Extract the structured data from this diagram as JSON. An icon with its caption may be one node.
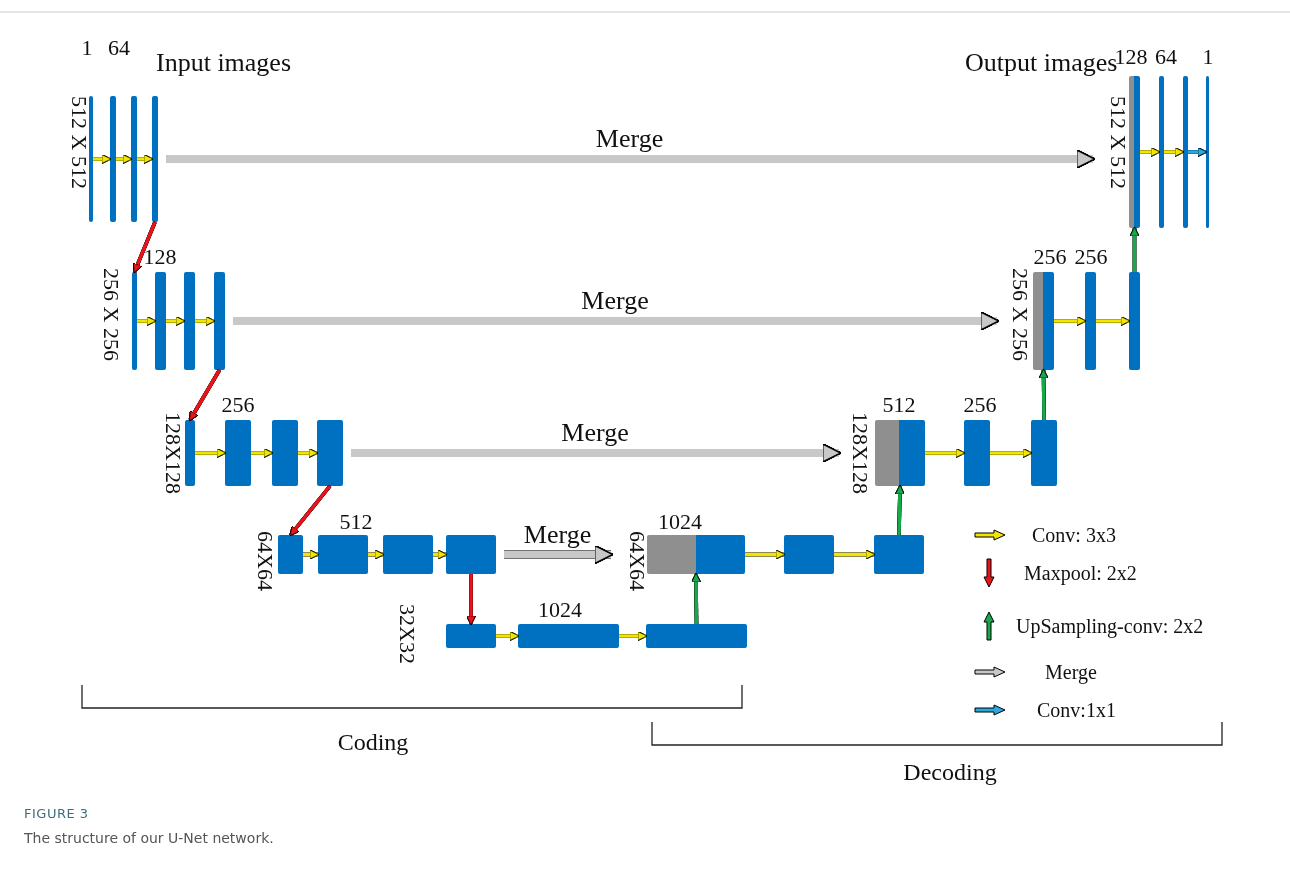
{
  "diagram": {
    "title": "FIGURE 3",
    "caption": "The structure of our U-Net network.",
    "nodes": [
      {
        "text": [],
        "shape": "bar"
      },
      {
        "text": [],
        "shape": "bar"
      },
      {
        "text": [],
        "shape": "bar"
      },
      {
        "text": [],
        "shape": "bar"
      },
      {
        "text": [],
        "shape": "bar"
      },
      {
        "text": [],
        "shape": "bar"
      },
      {
        "text": [],
        "shape": "bar"
      },
      {
        "text": [],
        "shape": "bar"
      },
      {
        "text": [],
        "shape": "bar"
      },
      {
        "text": [],
        "shape": "bar"
      },
      {
        "text": [],
        "shape": "bar"
      },
      {
        "text": [],
        "shape": "bar"
      },
      {
        "text": [],
        "shape": "bar"
      },
      {
        "text": [],
        "shape": "bar"
      },
      {
        "text": [],
        "shape": "bar"
      },
      {
        "text": [],
        "shape": "bar"
      },
      {
        "text": [],
        "shape": "bar"
      },
      {
        "text": [],
        "shape": "bar"
      },
      {
        "text": [],
        "shape": "bar"
      },
      {
        "text": [],
        "shape": "bar"
      },
      {
        "text": [],
        "shape": "bar"
      },
      {
        "text": [],
        "shape": "bar"
      },
      {
        "text": [],
        "shape": "bar"
      },
      {
        "text": [],
        "shape": "bar"
      },
      {
        "text": [],
        "shape": "bar"
      },
      {
        "text": [],
        "shape": "bar"
      },
      {
        "text": [],
        "shape": "bar"
      },
      {
        "text": [],
        "shape": "bar"
      },
      {
        "text": [],
        "shape": "bar"
      },
      {
        "text": [],
        "shape": "bar"
      },
      {
        "text": [],
        "shape": "bar"
      },
      {
        "text": [],
        "shape": "bar"
      }
    ],
    "edges": [
      {
        "from": 0,
        "to": 1,
        "arrow": "to"
      },
      {
        "from": 1,
        "to": 2,
        "arrow": "to"
      },
      {
        "from": 2,
        "to": 3,
        "arrow": "to"
      },
      {
        "from": 3,
        "to": 8,
        "arrow": "to",
        "color": "#e8141b"
      },
      {
        "from": 8,
        "to": 9,
        "arrow": "to"
      },
      {
        "from": 9,
        "to": 10,
        "arrow": "to"
      },
      {
        "from": 10,
        "to": 11,
        "arrow": "to"
      },
      {
        "from": 11,
        "to": 15,
        "arrow": "to",
        "color": "#e8141b"
      },
      {
        "from": 15,
        "to": 16,
        "arrow": "to"
      },
      {
        "from": 16,
        "to": 17,
        "arrow": "to"
      },
      {
        "from": 17,
        "to": 18,
        "arrow": "to"
      },
      {
        "from": 18,
        "to": 22,
        "arrow": "to",
        "color": "#e8141b"
      },
      {
        "from": 22,
        "to": 23,
        "arrow": "to"
      },
      {
        "from": 23,
        "to": 24,
        "arrow": "to"
      },
      {
        "from": 24,
        "to": 25,
        "arrow": "to"
      },
      {
        "from": 25,
        "to": 29,
        "arrow": "to",
        "color": "#e8141b"
      },
      {
        "from": 29,
        "to": 30,
        "arrow": "to"
      },
      {
        "from": 30,
        "to": 31,
        "arrow": "to"
      },
      {
        "from": 31,
        "to": 26,
        "arrow": "to",
        "color": "#1aa64a"
      },
      {
        "from": 26,
        "to": 27,
        "arrow": "to"
      },
      {
        "from": 27,
        "to": 28,
        "arrow": "to"
      },
      {
        "from": 28,
        "to": 19,
        "arrow": "to",
        "color": "#1aa64a"
      },
      {
        "from": 19,
        "to": 20,
        "arrow": "to"
      },
      {
        "from": 20,
        "to": 21,
        "arrow": "to"
      },
      {
        "from": 21,
        "to": 12,
        "arrow": "to",
        "color": "#1aa64a"
      },
      {
        "from": 12,
        "to": 13,
        "arrow": "to"
      },
      {
        "from": 13,
        "to": 14,
        "arrow": "to"
      },
      {
        "from": 14,
        "to": 4,
        "arrow": "to",
        "color": "#1aa64a"
      },
      {
        "from": 4,
        "to": 5,
        "arrow": "to"
      },
      {
        "from": 5,
        "to": 6,
        "arrow": "to"
      },
      {
        "from": 6,
        "to": 7,
        "arrow": "to",
        "color": "#29a9e0"
      },
      {
        "from": 3,
        "to": 4,
        "arrow": "to",
        "label": "Merge",
        "style": "thick",
        "color": "#c8c8c8"
      },
      {
        "from": 11,
        "to": 12,
        "arrow": "to",
        "label": "Merge",
        "style": "thick",
        "color": "#c8c8c8"
      },
      {
        "from": 18,
        "to": 19,
        "arrow": "to",
        "label": "Merge",
        "style": "thick",
        "color": "#c8c8c8"
      },
      {
        "from": 25,
        "to": 26,
        "arrow": "to",
        "label": "Merge",
        "style": "thick",
        "color": "#c8c8c8"
      }
    ],
    "labels": [
      "1",
      "64",
      "Input images",
      "Output images",
      "128",
      "64",
      "1",
      "512 X 512",
      "512 X 512",
      "128",
      "256",
      "256",
      "256 X 256",
      "256 X 256",
      "256",
      "512",
      "256",
      "128X128",
      "128X128",
      "512",
      "1024",
      "64X64",
      "64X64",
      "1024",
      "32X32",
      "Coding",
      "Decoding"
    ],
    "legend": [
      {
        "text": "Conv: 3x3"
      },
      {
        "text": "Maxpool: 2x2"
      },
      {
        "text": "UpSampling-conv: 2x2"
      },
      {
        "text": "Merge"
      },
      {
        "text": "Conv:1x1"
      }
    ]
  }
}
